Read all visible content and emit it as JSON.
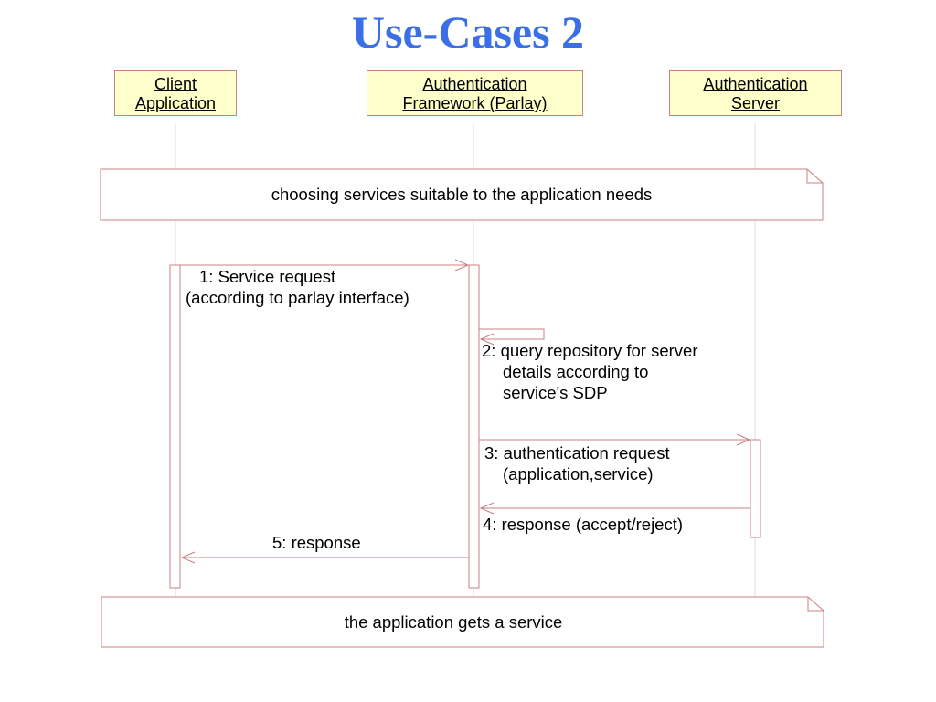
{
  "title": "Use-Cases 2",
  "actors": [
    {
      "line1": "Client",
      "line2": "Application"
    },
    {
      "line1": "Authentication",
      "line2": "Framework (Parlay)"
    },
    {
      "line1": "Authentication",
      "line2": "Server"
    }
  ],
  "notes": {
    "top": "choosing services suitable to the application needs",
    "bottom": "the application gets a service"
  },
  "messages": [
    {
      "line1": "1: Service request",
      "line2": "(according to parlay interface)"
    },
    {
      "line1": "2: query repository for server",
      "line2": "details according to",
      "line3": "service's SDP"
    },
    {
      "line1": "3: authentication request",
      "line2": "(application,service)"
    },
    {
      "line1": "4: response (accept/reject)"
    },
    {
      "line1": "5: response"
    }
  ],
  "colors": {
    "title": "#3a6fe8",
    "line": "#c98080",
    "actor_fill": "#ffffcc"
  }
}
